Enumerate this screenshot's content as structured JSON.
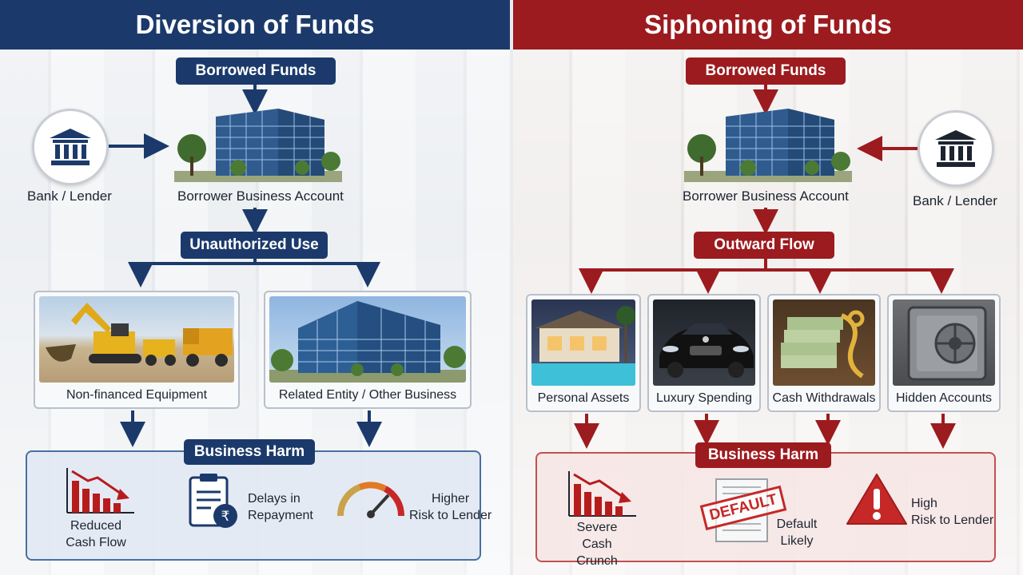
{
  "left": {
    "title": "Diversion of Funds",
    "borrowed": "Borrowed Funds",
    "bank": "Bank / Lender",
    "account": "Borrower Business Account",
    "step": "Unauthorized Use",
    "cards": [
      {
        "label": "Non-financed Equipment"
      },
      {
        "label": "Related Entity / Other Business"
      }
    ],
    "harm_title": "Business Harm",
    "harms": [
      {
        "line1": "Reduced",
        "line2": "Cash Flow"
      },
      {
        "line1": "Delays in",
        "line2": "Repayment"
      },
      {
        "line1": "Higher",
        "line2": "Risk to Lender"
      }
    ],
    "colors": {
      "primary": "#1b3a6b",
      "accent": "#c62828"
    }
  },
  "right": {
    "title": "Siphoning of Funds",
    "borrowed": "Borrowed Funds",
    "bank": "Bank / Lender",
    "account": "Borrower Business Account",
    "step": "Outward Flow",
    "cards": [
      {
        "label": "Personal Assets"
      },
      {
        "label": "Luxury Spending"
      },
      {
        "label": "Cash Withdrawals"
      },
      {
        "label": "Hidden Accounts"
      }
    ],
    "harm_title": "Business Harm",
    "harms": [
      {
        "line1": "Severe",
        "line2": "Cash Crunch"
      },
      {
        "line1": "Default",
        "line2": "Likely",
        "stamp": "DEFAULT"
      },
      {
        "line1": "High",
        "line2": "Risk to Lender"
      }
    ],
    "colors": {
      "primary": "#9c1b1f",
      "accent": "#c62828"
    }
  }
}
